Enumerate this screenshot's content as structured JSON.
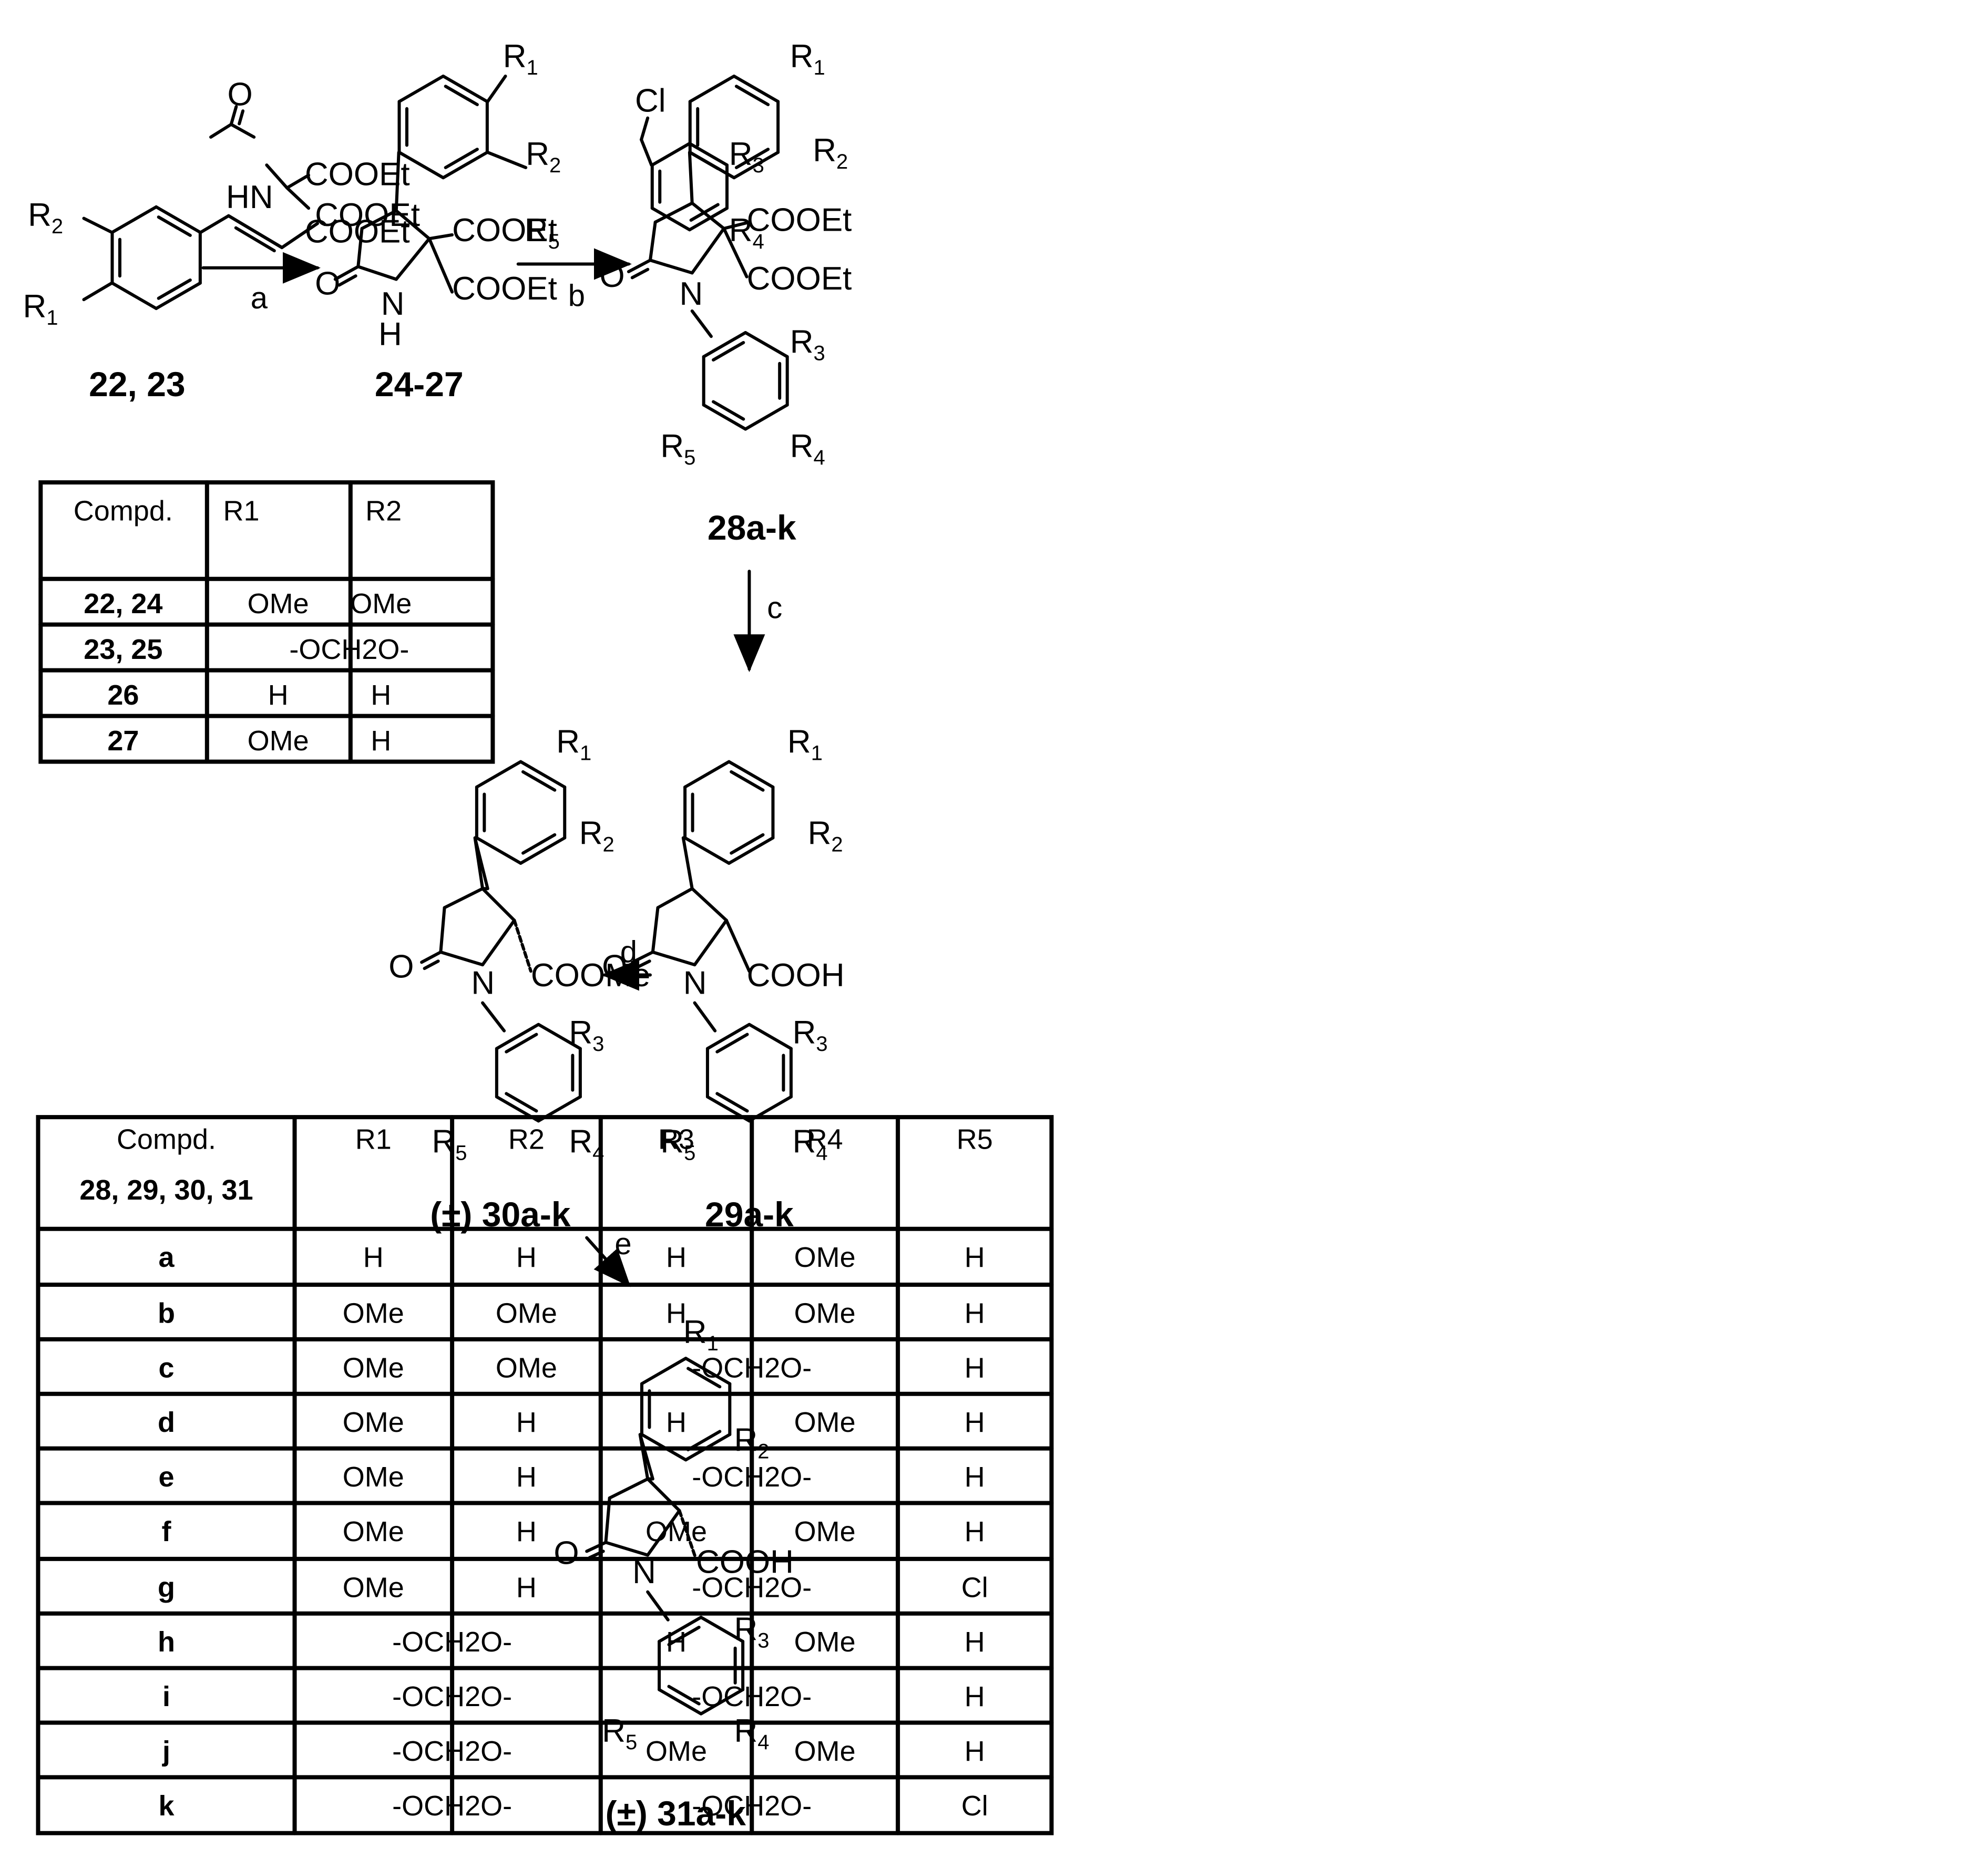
{
  "scheme": {
    "reagents": {
      "a": "a",
      "b": "b",
      "c": "c",
      "d": "d",
      "e": "e"
    },
    "labels": {
      "r1": "R",
      "r2": "R",
      "r3": "R",
      "r4": "R",
      "r5": "R",
      "s1": "1",
      "s2": "2",
      "s3": "3",
      "s4": "4",
      "s5": "5",
      "cooet": "COOEt",
      "coome": "COOMe",
      "cooh": "COOH",
      "o": "O",
      "n": "N",
      "h": "H",
      "hn": "HN",
      "cl": "Cl"
    },
    "compounds": {
      "c22": "22, 23",
      "c24": "24-27",
      "c28": "28a-k",
      "c29": "29a-k",
      "c30": "(±) 30a-k",
      "c31": "(±) 31a-k"
    }
  },
  "table1": {
    "headers": [
      "Compd.",
      "R1",
      "R2"
    ],
    "rows": [
      [
        "22, 24",
        "OMe",
        "OMe"
      ],
      [
        "23, 25",
        "-OCH2O-",
        ""
      ],
      [
        "26",
        "H",
        "H"
      ],
      [
        "27",
        "OMe",
        "H"
      ]
    ]
  },
  "table2": {
    "headers": [
      "Compd.",
      "28, 29, 30, 31",
      "R1",
      "R2",
      "R3",
      "R4",
      "R5"
    ],
    "rows": [
      [
        "a",
        "H",
        "H",
        "H",
        "OMe",
        "H"
      ],
      [
        "b",
        "OMe",
        "OMe",
        "H",
        "OMe",
        "H"
      ],
      [
        "c",
        "OMe",
        "OMe",
        "-OCH2O-",
        "",
        "H"
      ],
      [
        "d",
        "OMe",
        "H",
        "H",
        "OMe",
        "H"
      ],
      [
        "e",
        "OMe",
        "H",
        "-OCH2O-",
        "",
        "H"
      ],
      [
        "f",
        "OMe",
        "H",
        "OMe",
        "OMe",
        "H"
      ],
      [
        "g",
        "OMe",
        "H",
        "-OCH2O-",
        "",
        "Cl"
      ],
      [
        "h",
        "-OCH2O-",
        "",
        "H",
        "OMe",
        "H"
      ],
      [
        "i",
        "-OCH2O-",
        "",
        "-OCH2O-",
        "",
        "H"
      ],
      [
        "j",
        "-OCH2O-",
        "",
        "OMe",
        "OMe",
        "H"
      ],
      [
        "k",
        "-OCH2O-",
        "",
        "-OCH2O-",
        "",
        "Cl"
      ]
    ]
  }
}
